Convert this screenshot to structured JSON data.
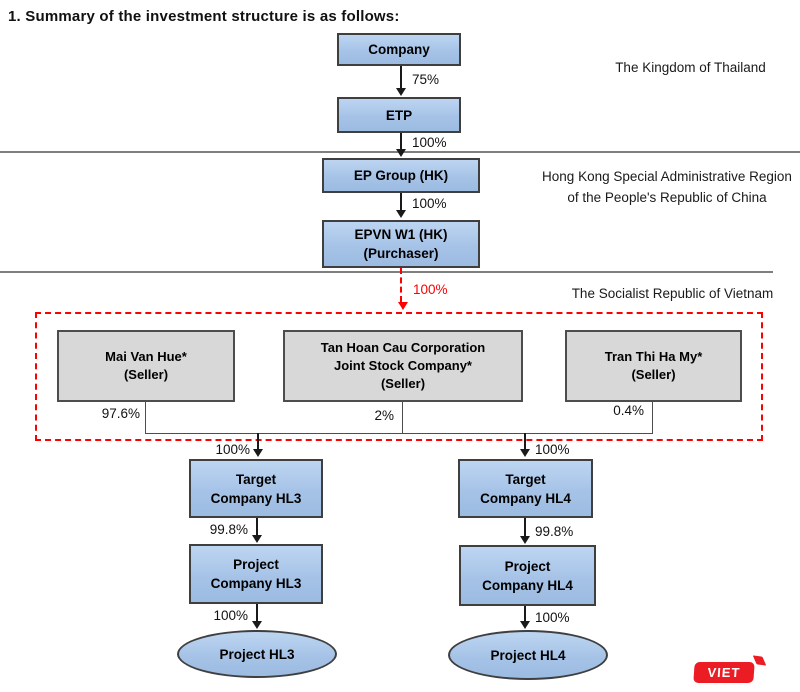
{
  "title": "1. Summary of the investment structure is as follows:",
  "regions": {
    "thailand": "The Kingdom of Thailand",
    "hong_kong": "Hong Kong Special Administrative Region of the People's Republic of China",
    "vietnam": "The Socialist Republic of Vietnam"
  },
  "nodes": {
    "company": {
      "label": "Company"
    },
    "etp": {
      "label": "ETP"
    },
    "ep_group": {
      "label": "EP Group (HK)"
    },
    "epvn": {
      "lines": [
        "EPVN W1 (HK)",
        "(Purchaser)"
      ]
    },
    "seller_1": {
      "lines": [
        "Mai Van Hue*",
        "(Seller)"
      ]
    },
    "seller_2": {
      "lines": [
        "Tan Hoan Cau Corporation",
        "Joint Stock Company*",
        "(Seller)"
      ]
    },
    "seller_3": {
      "lines": [
        "Tran Thi Ha My*",
        "(Seller)"
      ]
    },
    "target_hl3": {
      "lines": [
        "Target",
        "Company HL3"
      ]
    },
    "target_hl4": {
      "lines": [
        "Target",
        "Company HL4"
      ]
    },
    "project_co_hl3": {
      "lines": [
        "Project",
        "Company HL3"
      ]
    },
    "project_co_hl4": {
      "lines": [
        "Project",
        "Company HL4"
      ]
    },
    "project_hl3": {
      "label": "Project HL3"
    },
    "project_hl4": {
      "label": "Project HL4"
    }
  },
  "edges": {
    "company_etp": "75%",
    "etp_ep_group": "100%",
    "ep_group_epvn": "100%",
    "epvn_sellers": "100%",
    "seller_1_share": "97.6%",
    "seller_2_share": "2%",
    "seller_3_share": "0.4%",
    "sellers_target_hl3": "100%",
    "sellers_target_hl4": "100%",
    "target_hl3_project_co": "99.8%",
    "target_hl4_project_co": "99.8%",
    "project_co_hl3_project": "100%",
    "project_co_hl4_project": "100%"
  },
  "logo": {
    "text": "VIET"
  },
  "colors": {
    "node_fill": "#a6c3e7",
    "node_border": "#3f3f3f",
    "seller_fill": "#d8d8d8",
    "boundary_red": "#fe0000",
    "divider_gray": "#7f7f7f",
    "logo_red": "#ec1c24"
  }
}
